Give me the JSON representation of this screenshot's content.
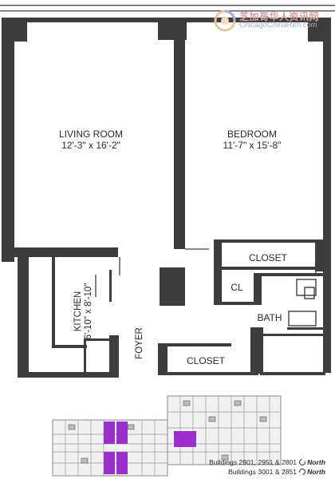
{
  "watermark": {
    "cn_text": "芝加哥华人资讯网",
    "site": "ChicagoChinaRen.com"
  },
  "rooms": [
    {
      "id": "living",
      "name": "LIVING ROOM",
      "size": "12'-3\" x 16'-2\""
    },
    {
      "id": "bedroom",
      "name": "BEDROOM",
      "size": "11'-7\" x 15'-8\""
    },
    {
      "id": "kitchen",
      "name": "KITCHEN",
      "size": "6'-10\" x 8'-10\""
    },
    {
      "id": "closet_upper",
      "name": "CLOSET"
    },
    {
      "id": "cl",
      "name": "CL"
    },
    {
      "id": "bath",
      "name": "BATH"
    },
    {
      "id": "foyer",
      "name": "FOYER"
    },
    {
      "id": "closet_lower",
      "name": "CLOSET"
    }
  ],
  "key_plan": {
    "highlight_color": "#9b2fc9",
    "buildings": [
      {
        "text": "Buildings 2901, 2951 & 2801",
        "north_label": "North"
      },
      {
        "text": "Buildings 3001 & 2851",
        "north_label": "North"
      }
    ]
  },
  "colors": {
    "wall": "#3d3d3d",
    "background": "#ffffff"
  }
}
